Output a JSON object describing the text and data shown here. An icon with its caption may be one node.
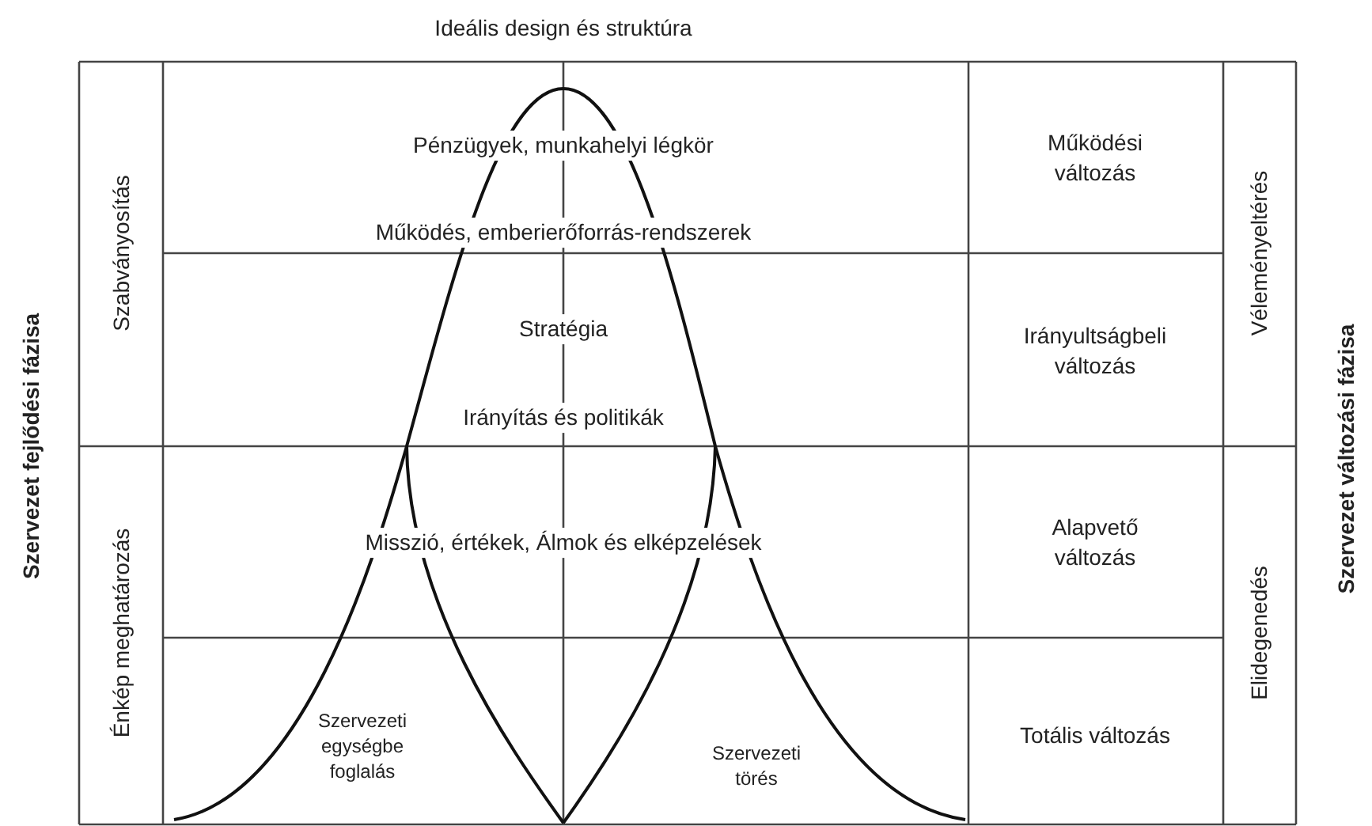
{
  "diagram": {
    "title": "Ideális design és struktúra",
    "labels": [
      "Szervezet fejlődési fázisa",
      "Szabványosítás",
      "Pénzügyek, munkahelyi légkör",
      "Működési változás",
      "Véleményeltérés",
      "Szervezet változási fázisa",
      "Működés, emberierőforrás-rendszerek",
      "Stratégia",
      "Irányultságbeli változás",
      "Irányítás és politikák",
      "Énkép meghatározás",
      "Misszió, értékek, Álmok és elképzelések",
      "Alapvető változás",
      "Elidegenedés",
      "Szervezeti egységbe foglalás",
      "Szervezeti törés",
      "Totális változás"
    ]
  }
}
